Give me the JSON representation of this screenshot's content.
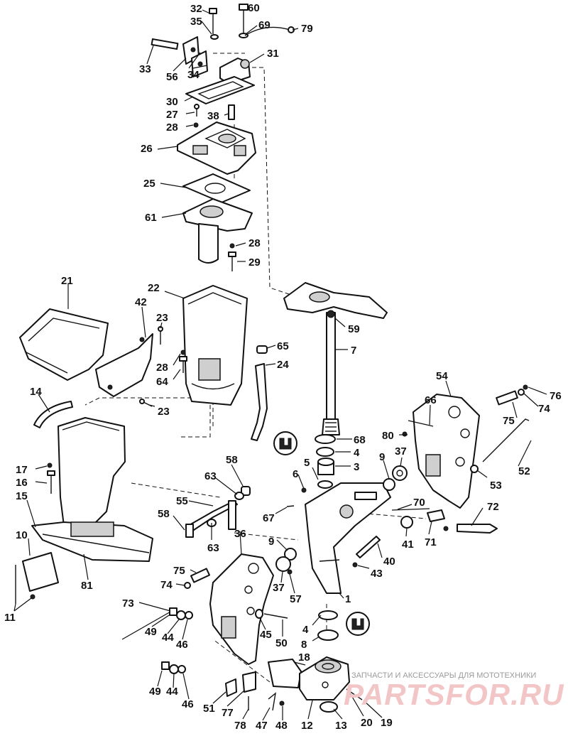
{
  "diagram": {
    "callouts": [
      {
        "id": "c32",
        "text": "32"
      },
      {
        "id": "c60",
        "text": "60"
      },
      {
        "id": "c35",
        "text": "35"
      },
      {
        "id": "c69",
        "text": "69"
      },
      {
        "id": "c79",
        "text": "79"
      },
      {
        "id": "c31",
        "text": "31"
      },
      {
        "id": "c33",
        "text": "33"
      },
      {
        "id": "c56",
        "text": "56"
      },
      {
        "id": "c34",
        "text": "34"
      },
      {
        "id": "c30",
        "text": "30"
      },
      {
        "id": "c27",
        "text": "27"
      },
      {
        "id": "c38",
        "text": "38"
      },
      {
        "id": "c28a",
        "text": "28"
      },
      {
        "id": "c26",
        "text": "26"
      },
      {
        "id": "c25",
        "text": "25"
      },
      {
        "id": "c61",
        "text": "61"
      },
      {
        "id": "c28b",
        "text": "28"
      },
      {
        "id": "c29",
        "text": "29"
      },
      {
        "id": "c21",
        "text": "21"
      },
      {
        "id": "c22",
        "text": "22"
      },
      {
        "id": "c42",
        "text": "42"
      },
      {
        "id": "c23a",
        "text": "23"
      },
      {
        "id": "c59",
        "text": "59"
      },
      {
        "id": "c7",
        "text": "7"
      },
      {
        "id": "c65",
        "text": "65"
      },
      {
        "id": "c24",
        "text": "24"
      },
      {
        "id": "c28c",
        "text": "28"
      },
      {
        "id": "c64",
        "text": "64"
      },
      {
        "id": "c14",
        "text": "14"
      },
      {
        "id": "c23b",
        "text": "23"
      },
      {
        "id": "c54",
        "text": "54"
      },
      {
        "id": "c66",
        "text": "66"
      },
      {
        "id": "c76",
        "text": "76"
      },
      {
        "id": "c74a",
        "text": "74"
      },
      {
        "id": "c75a",
        "text": "75"
      },
      {
        "id": "c68",
        "text": "68"
      },
      {
        "id": "c80",
        "text": "80"
      },
      {
        "id": "c4a",
        "text": "4"
      },
      {
        "id": "c3",
        "text": "3"
      },
      {
        "id": "c9a",
        "text": "9"
      },
      {
        "id": "c37a",
        "text": "37"
      },
      {
        "id": "c52",
        "text": "52"
      },
      {
        "id": "c5",
        "text": "5"
      },
      {
        "id": "c58a",
        "text": "58"
      },
      {
        "id": "c17",
        "text": "17"
      },
      {
        "id": "c16",
        "text": "16"
      },
      {
        "id": "c63a",
        "text": "63"
      },
      {
        "id": "c6",
        "text": "6"
      },
      {
        "id": "c53",
        "text": "53"
      },
      {
        "id": "c15",
        "text": "15"
      },
      {
        "id": "c55",
        "text": "55"
      },
      {
        "id": "c70",
        "text": "70"
      },
      {
        "id": "c72",
        "text": "72"
      },
      {
        "id": "c67",
        "text": "67"
      },
      {
        "id": "c58b",
        "text": "58"
      },
      {
        "id": "c41",
        "text": "41"
      },
      {
        "id": "c36",
        "text": "36"
      },
      {
        "id": "c71",
        "text": "71"
      },
      {
        "id": "c10",
        "text": "10"
      },
      {
        "id": "c63b",
        "text": "63"
      },
      {
        "id": "c9b",
        "text": "9"
      },
      {
        "id": "c40",
        "text": "40"
      },
      {
        "id": "c43",
        "text": "43"
      },
      {
        "id": "c81",
        "text": "81"
      },
      {
        "id": "c75b",
        "text": "75"
      },
      {
        "id": "c37b",
        "text": "37"
      },
      {
        "id": "c57",
        "text": "57"
      },
      {
        "id": "c74b",
        "text": "74"
      },
      {
        "id": "c1",
        "text": "1"
      },
      {
        "id": "c11",
        "text": "11"
      },
      {
        "id": "c73",
        "text": "73"
      },
      {
        "id": "c4b",
        "text": "4"
      },
      {
        "id": "c49a",
        "text": "49"
      },
      {
        "id": "c44a",
        "text": "44"
      },
      {
        "id": "c46a",
        "text": "46"
      },
      {
        "id": "c45",
        "text": "45"
      },
      {
        "id": "c50",
        "text": "50"
      },
      {
        "id": "c8",
        "text": "8"
      },
      {
        "id": "c18",
        "text": "18"
      },
      {
        "id": "c49b",
        "text": "49"
      },
      {
        "id": "c44b",
        "text": "44"
      },
      {
        "id": "c46b",
        "text": "46"
      },
      {
        "id": "c51",
        "text": "51"
      },
      {
        "id": "c77",
        "text": "77"
      },
      {
        "id": "c78",
        "text": "78"
      },
      {
        "id": "c47",
        "text": "47"
      },
      {
        "id": "c48",
        "text": "48"
      },
      {
        "id": "c12",
        "text": "12"
      },
      {
        "id": "c13",
        "text": "13"
      },
      {
        "id": "c20",
        "text": "20"
      },
      {
        "id": "c19",
        "text": "19"
      }
    ]
  },
  "watermark": {
    "subtitle": "ЗАПЧАСТИ И АКСЕССУАРЫ ДЛЯ МОТОТЕХНИКИ",
    "brand": "PARTSFOR.RU"
  },
  "colors": {
    "ink": "#111111",
    "paper": "#ffffff",
    "watermark": "#f2c6c6"
  }
}
